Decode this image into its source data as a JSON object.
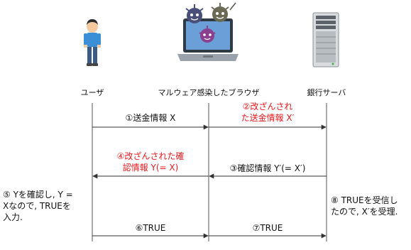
{
  "actors": {
    "user": "ユーザ",
    "browser": "マルウェア感染したブラウザ",
    "bank": "銀行サーバ"
  },
  "icons": {
    "user": "person-icon",
    "browser": "infected-laptop-icon",
    "bank": "server-icon"
  },
  "messages": {
    "m1": "①送金情報 X",
    "m2_line1": "②改ざんされ",
    "m2_line2": "た送金情報 X′",
    "m3": "③確認情報 Y′(= X′)",
    "m4_line1": "④改ざんされた確",
    "m4_line2": "認情報 Y(= X)",
    "m6": "⑥TRUE",
    "m7": "⑦TRUE"
  },
  "notes": {
    "n5_line1": "⑤ Yを確認し, Y =",
    "n5_line2": "Xなので, TRUEを",
    "n5_line3": "入力.",
    "n8_line1": "⑧ TRUEを受信し",
    "n8_line2": "たので, X′を受理."
  },
  "colors": {
    "altered": "#e8191d",
    "lifeline": "#555555",
    "arrow": "#333333"
  }
}
